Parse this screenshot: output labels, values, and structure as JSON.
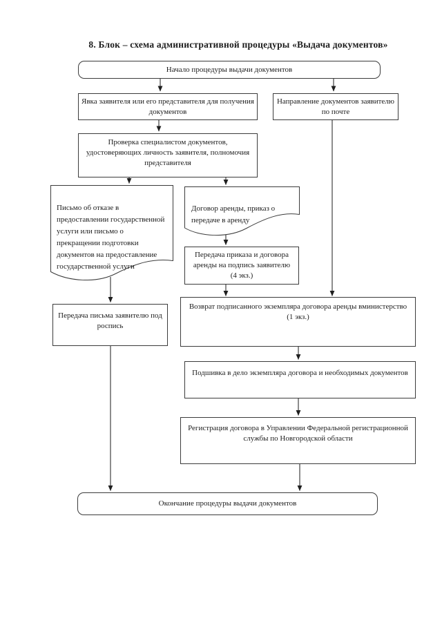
{
  "page": {
    "title": "8. Блок – схема административной процедуры «Выдача документов»"
  },
  "nodes": {
    "start": {
      "label": "Начало процедуры выдачи документов"
    },
    "appearance": {
      "label": "Явка заявителя или его представителя для получения\nдокументов"
    },
    "mail": {
      "label": "Направление документов заявителю\nпо почте"
    },
    "check": {
      "label": "Проверка специалистом документов,\nудостоверяющих личность заявителя, полномочия\nпредставителя"
    },
    "refusal_letter": {
      "label": "Письмо об отказе в\nпредоставлении государственной\nуслуги или письмо о\nпрекращении подготовки\nдокументов на предоставление\nгосударственной услуги"
    },
    "lease_contract": {
      "label": "Договор аренды, приказ о\nпередаче в аренду"
    },
    "sign_transfer": {
      "label": "Передача приказа и договора\nаренды на подпись заявителю\n(4 экз.)"
    },
    "letter_handover": {
      "label": "Передача письма заявителю под\nроспись"
    },
    "return_signed": {
      "label": "Возврат подписанного экземпляра договора аренды вминистерство\n(1 экз.)"
    },
    "filing": {
      "label": "Подшивка в дело экземпляра договора и необходимых документов"
    },
    "registration": {
      "label": "Регистрация договора в Управлении Федеральной регистрационной\nслужбы по Новгородской области"
    },
    "end": {
      "label": "Окончание процедуры выдачи документов"
    }
  }
}
